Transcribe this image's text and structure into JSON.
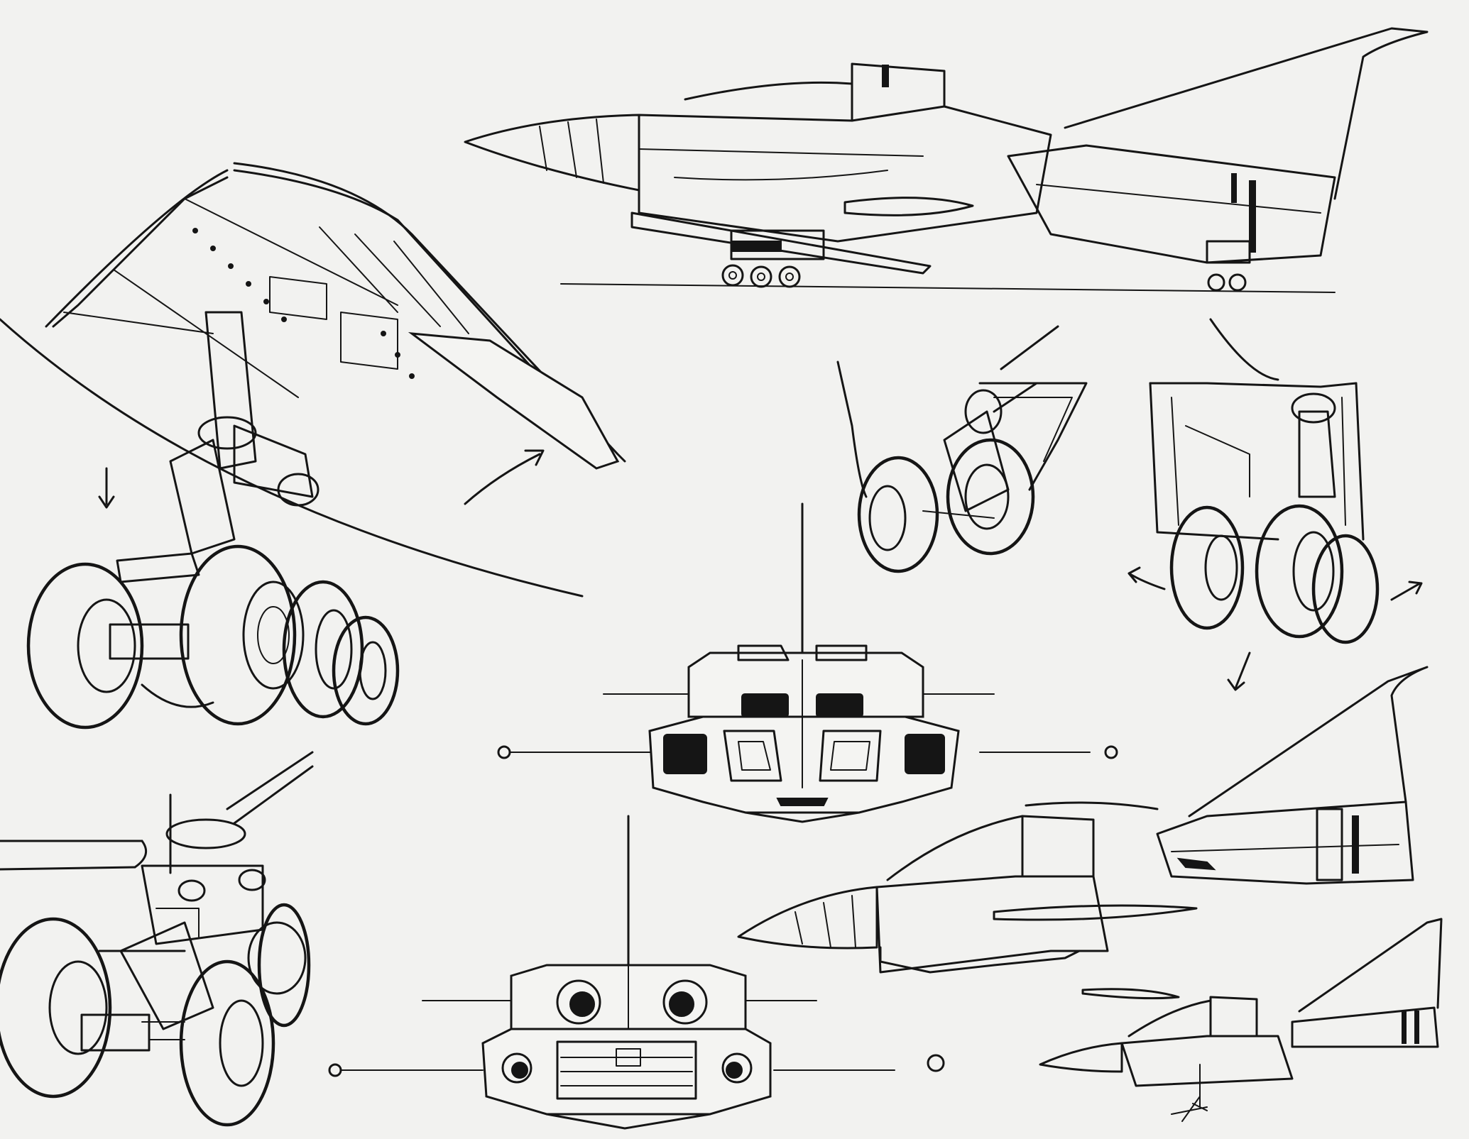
{
  "sheet": {
    "background": "#f2f2f0",
    "ink": "#151515"
  },
  "views": [
    {
      "id": "side-view-top",
      "icon": "aircraft-side-profile-icon"
    },
    {
      "id": "main-gear-closeup",
      "icon": "landing-gear-icon"
    },
    {
      "id": "gear-detail-a",
      "icon": "landing-gear-icon"
    },
    {
      "id": "gear-detail-b",
      "icon": "landing-gear-icon"
    },
    {
      "id": "front-view-upper",
      "icon": "aircraft-front-view-icon"
    },
    {
      "id": "front-view-lower",
      "icon": "aircraft-front-view-icon"
    },
    {
      "id": "side-view-mid",
      "icon": "aircraft-side-profile-icon"
    },
    {
      "id": "side-view-small",
      "icon": "aircraft-side-profile-icon"
    },
    {
      "id": "gear-front-closeup",
      "icon": "landing-gear-icon"
    }
  ]
}
